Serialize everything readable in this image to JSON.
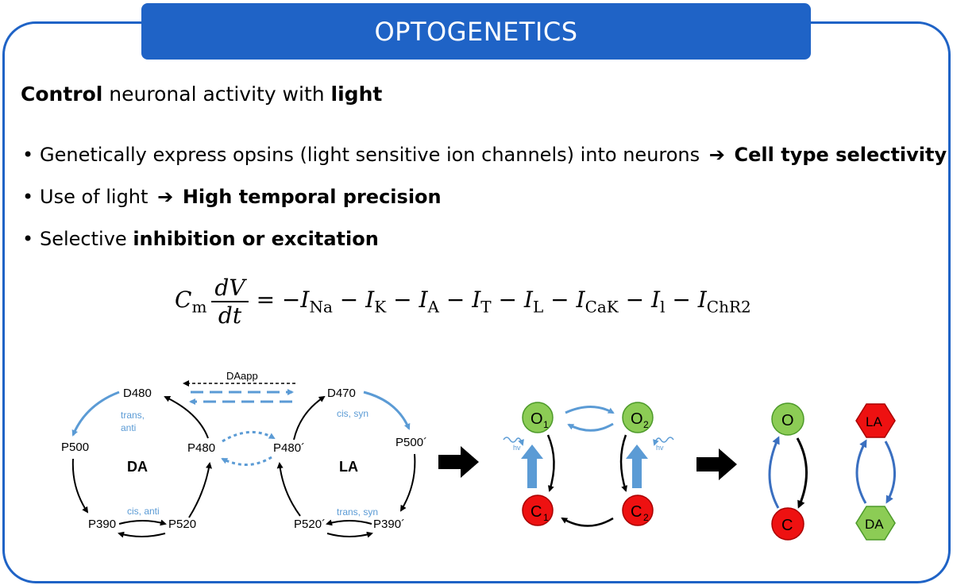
{
  "title": "OPTOGENETICS",
  "intro": {
    "bold1": "Control",
    "mid": " neuronal activity with ",
    "bold2": "light"
  },
  "bullets": [
    {
      "text": "Genetically express opsins (light sensitive ion channels) into neurons",
      "arrow": "➔",
      "bold": "Cell type selectivity"
    },
    {
      "text": "Use of light",
      "arrow": "➔",
      "bold": "High temporal precision"
    },
    {
      "text": "Selective ",
      "arrow": "",
      "bold": "inhibition or excitation"
    }
  ],
  "equation": {
    "lhs_symbol": "C",
    "lhs_sub": "m",
    "numerator": "dV",
    "denominator": "dt",
    "terms": [
      {
        "sign": "= −",
        "symbol": "I",
        "sub": "Na"
      },
      {
        "sign": " − ",
        "symbol": "I",
        "sub": "K"
      },
      {
        "sign": " − ",
        "symbol": "I",
        "sub": "A"
      },
      {
        "sign": " − ",
        "symbol": "I",
        "sub": "T"
      },
      {
        "sign": " − ",
        "symbol": "I",
        "sub": "L"
      },
      {
        "sign": " − ",
        "symbol": "I",
        "sub": "CaK"
      },
      {
        "sign": " − ",
        "symbol": "I",
        "sub": "l"
      },
      {
        "sign": " − ",
        "symbol": "I",
        "sub": "ChR2"
      }
    ]
  },
  "photocycle": {
    "daapp": "DAapp",
    "d480": "D480",
    "d470": "D470",
    "p500": "P500",
    "p500p": "P500´",
    "p480": "P480",
    "p480p": "P480´",
    "p390": "P390",
    "p390p": "P390´",
    "p520": "P520",
    "p520p": "P520´",
    "da": "DA",
    "la": "LA",
    "trans_anti": [
      "trans,",
      "anti"
    ],
    "cis_syn": "cis, syn",
    "cis_anti": "cis, anti",
    "trans_syn": "trans, syn"
  },
  "four_state": {
    "o1": "O",
    "o1_sub": "1",
    "o2": "O",
    "o2_sub": "2",
    "c1": "C",
    "c1_sub": "1",
    "c2": "C",
    "c2_sub": "2",
    "hv": "hv"
  },
  "two_state": {
    "o": "O",
    "c": "C",
    "la": "LA",
    "da": "DA"
  },
  "colors": {
    "accent": "#1f63c6",
    "green": "#8ccc55",
    "red": "#ee1111",
    "lightblue": "#5b9bd5"
  }
}
